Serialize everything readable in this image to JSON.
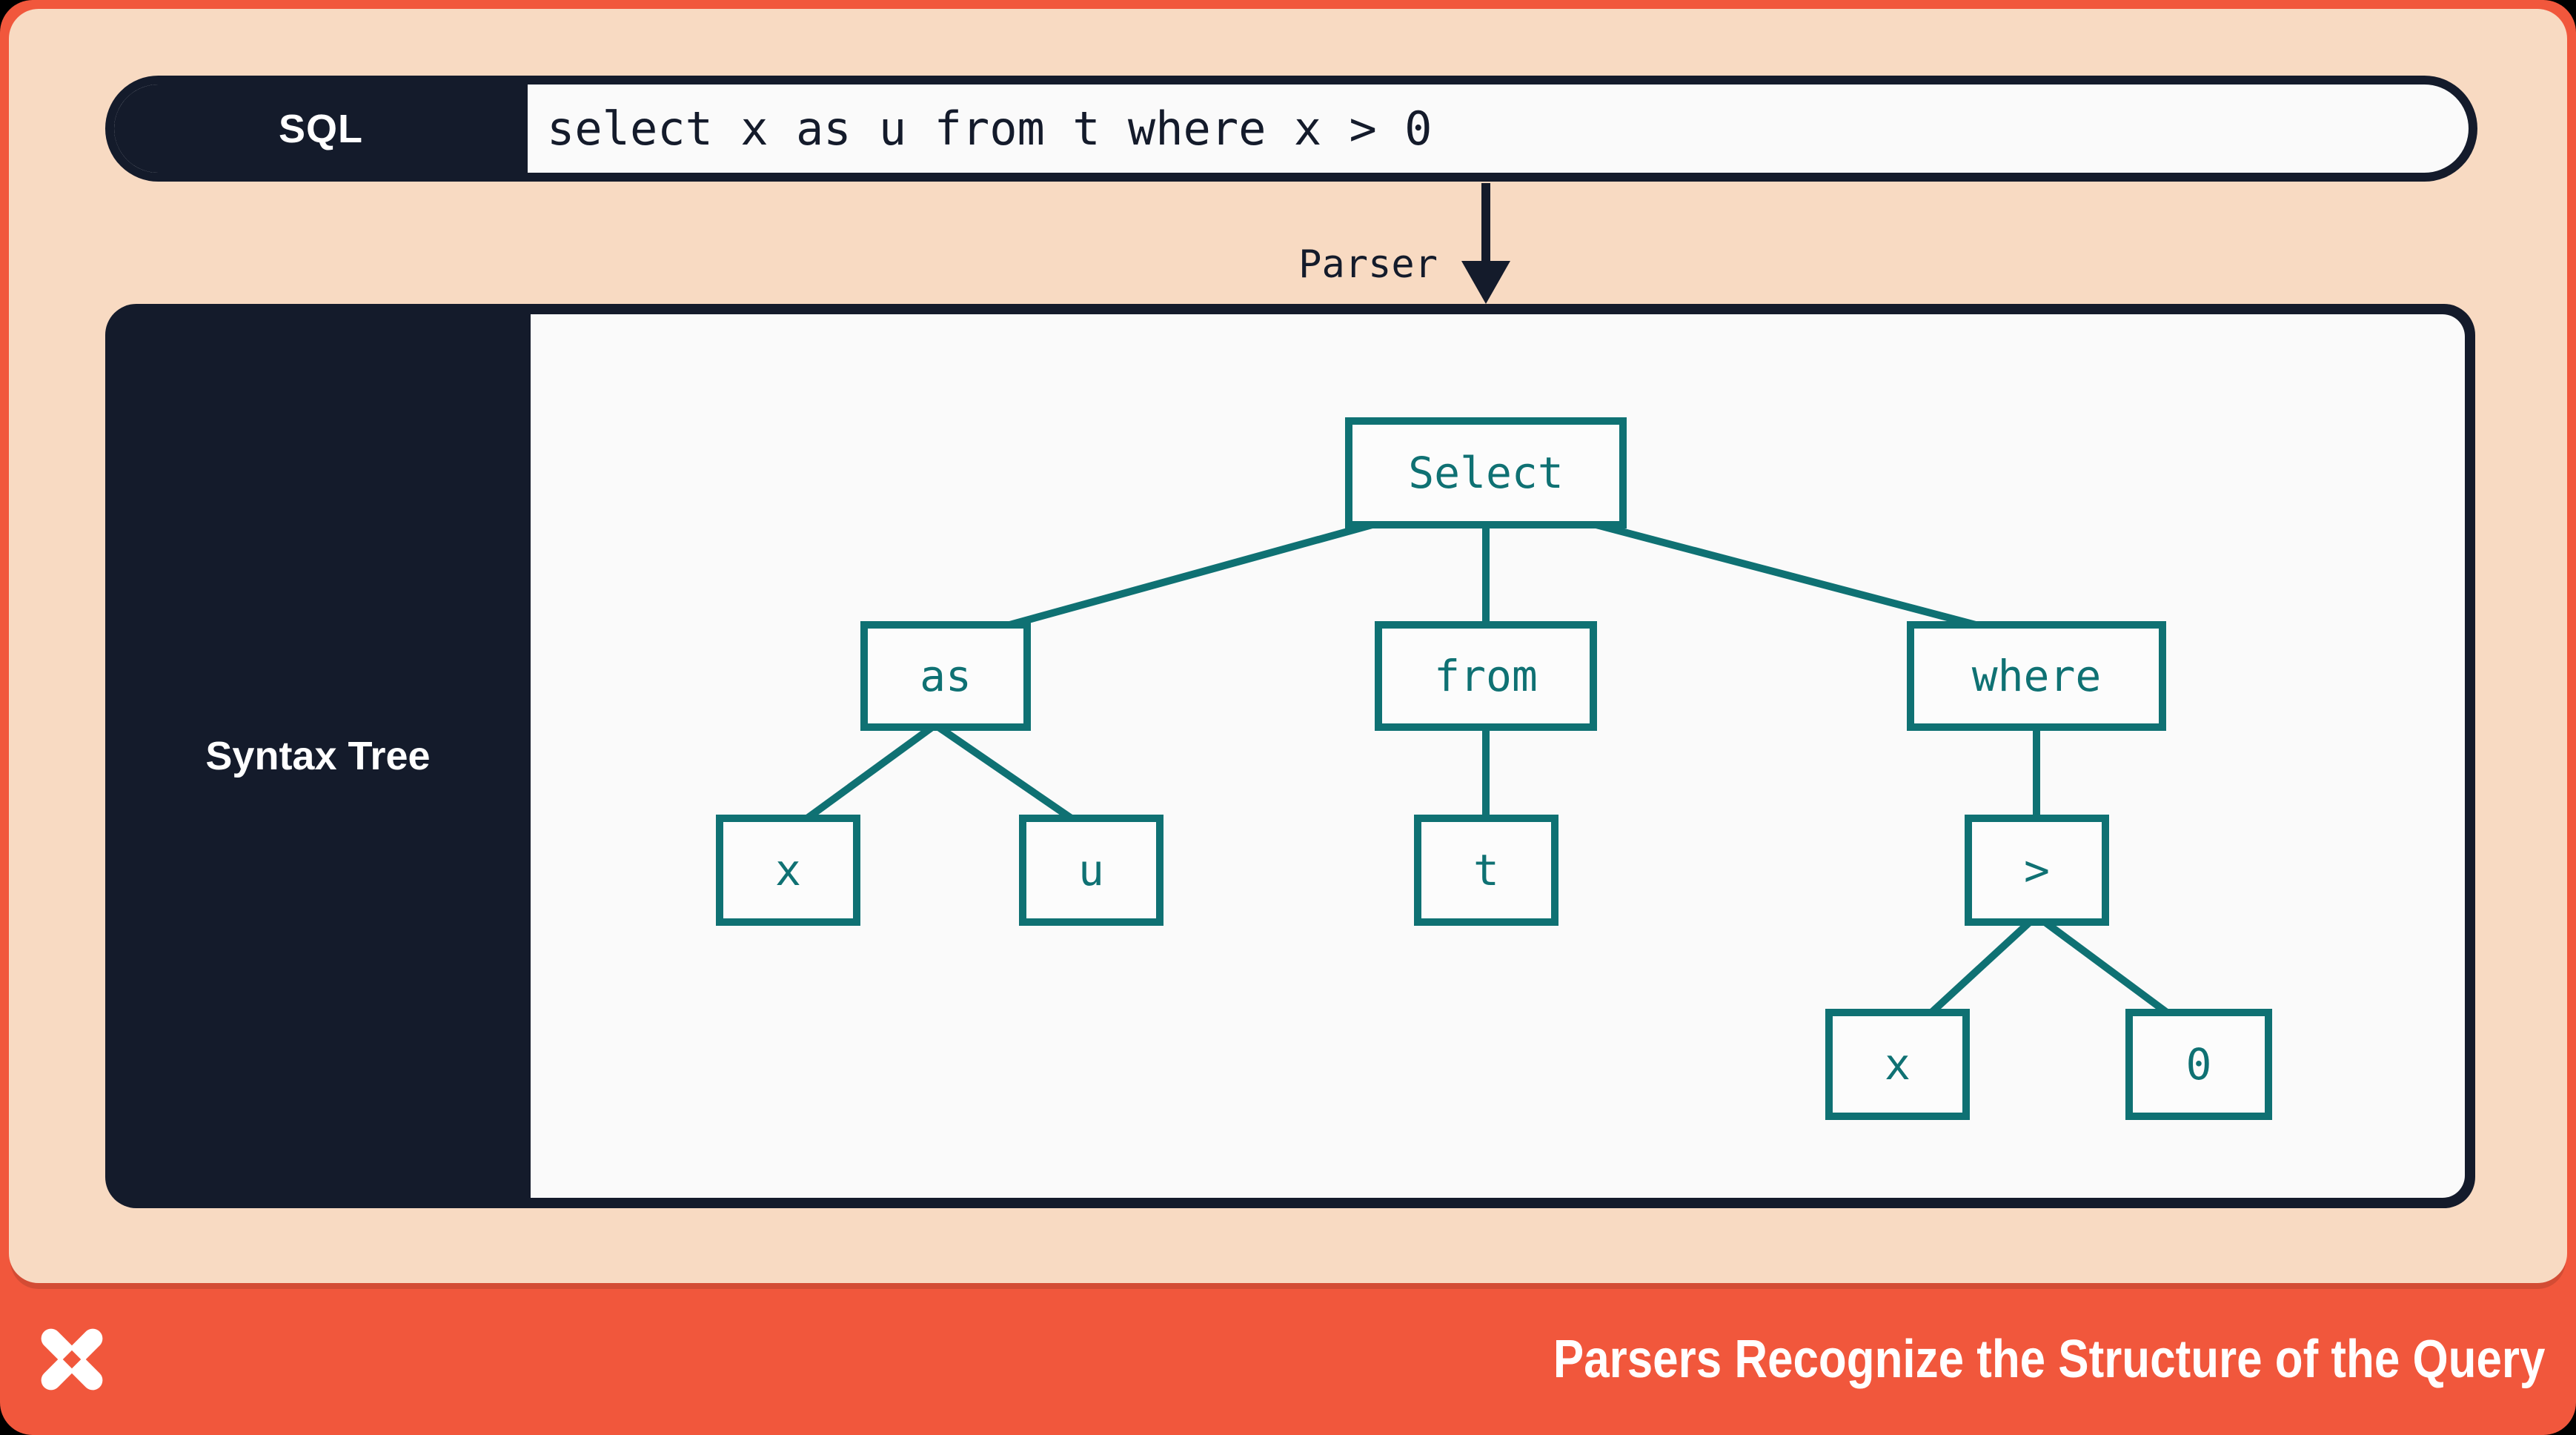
{
  "sql_bar": {
    "label": "SQL",
    "query": "select x as u from t where x > 0"
  },
  "parser": {
    "label": "Parser"
  },
  "syntax_tree": {
    "label": "Syntax Tree",
    "nodes": [
      {
        "id": "select",
        "label": "Select"
      },
      {
        "id": "as",
        "label": "as"
      },
      {
        "id": "from",
        "label": "from"
      },
      {
        "id": "where",
        "label": "where"
      },
      {
        "id": "x-as",
        "label": "x"
      },
      {
        "id": "u",
        "label": "u"
      },
      {
        "id": "t",
        "label": "t"
      },
      {
        "id": "gt",
        "label": ">"
      },
      {
        "id": "x-gt",
        "label": "x"
      },
      {
        "id": "zero",
        "label": "0"
      }
    ],
    "edges": [
      [
        "select",
        "as"
      ],
      [
        "select",
        "from"
      ],
      [
        "select",
        "where"
      ],
      [
        "as",
        "x-as"
      ],
      [
        "as",
        "u"
      ],
      [
        "from",
        "t"
      ],
      [
        "where",
        "gt"
      ],
      [
        "gt",
        "x-gt"
      ],
      [
        "gt",
        "zero"
      ]
    ]
  },
  "footer": {
    "title": "Parsers Recognize the Structure of the Query",
    "logo_icon": "four-point-star-x-logo"
  },
  "colors": {
    "orange": "#F1573C",
    "peach": "#F8DAC2",
    "navy": "#141B2B",
    "teal": "#0F7173",
    "offwhite": "#FAFAFA",
    "white": "#FFFFFF"
  }
}
